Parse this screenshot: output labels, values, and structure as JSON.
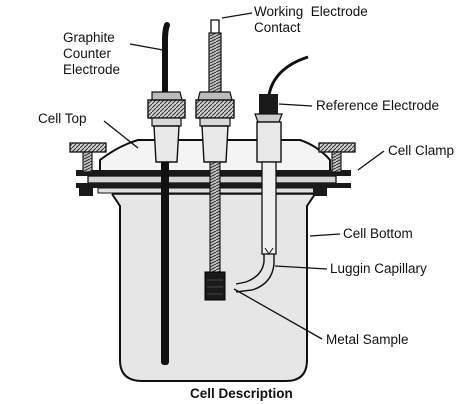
{
  "labels": {
    "graphite": [
      "Graphite",
      "Counter",
      "Electrode"
    ],
    "working": [
      "Working  Electrode",
      "Contact"
    ],
    "reference": "Reference Electrode",
    "cell_top": "Cell Top",
    "cell_clamp": "Cell Clamp",
    "cell_bottom": "Cell Bottom",
    "luggin": "Luggin Capillary",
    "metal": "Metal Sample"
  },
  "caption": "Cell Description",
  "colors": {
    "ink": "#111111",
    "glass": "#e6e6e6",
    "plate": "#cfcfcf",
    "background": "#ffffff"
  }
}
